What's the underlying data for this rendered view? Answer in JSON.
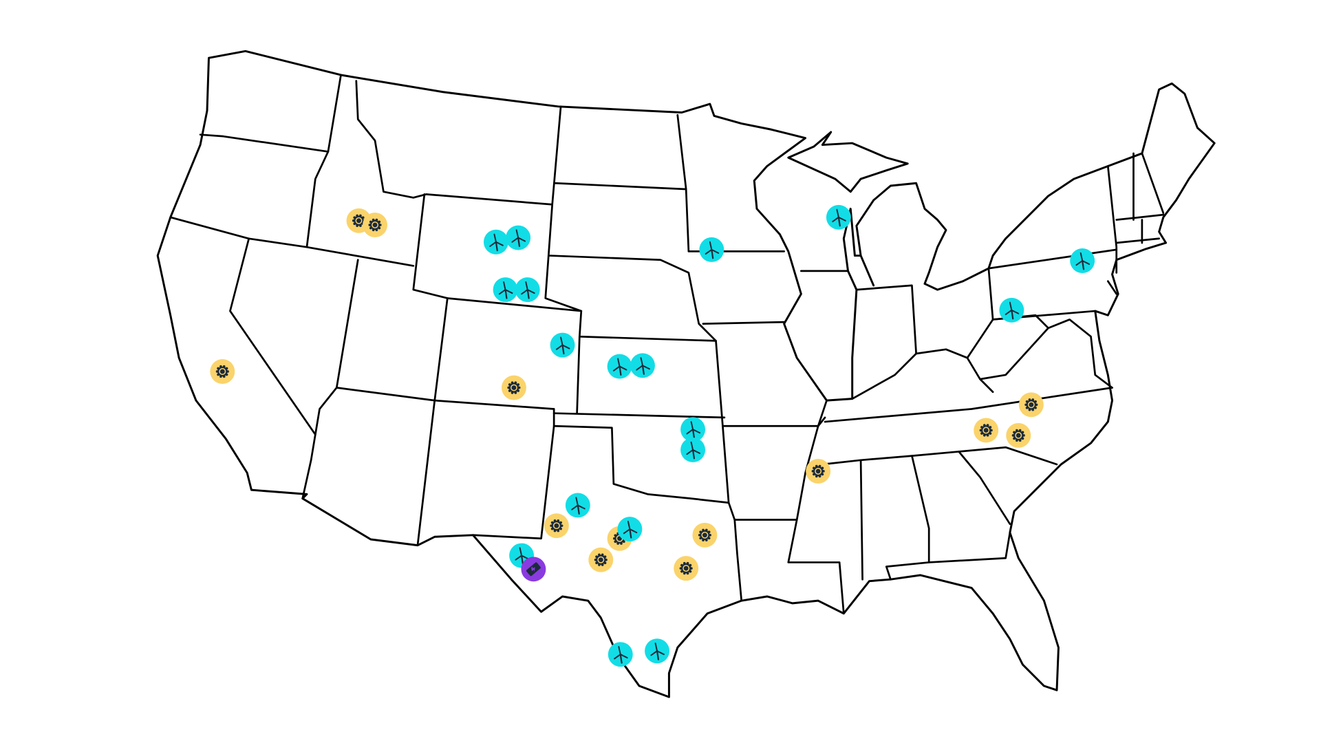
{
  "map": {
    "region": "contiguous-united-states",
    "background": "#ffffff",
    "border_color": "#000000"
  },
  "legend_types": {
    "wind": {
      "color": "#12dde6",
      "icon": "wind-turbine-icon"
    },
    "solar": {
      "color": "#fad36b",
      "icon": "sun-gear-icon"
    },
    "battery": {
      "color": "#8a3be0",
      "icon": "battery-icon"
    }
  },
  "icon_color": "#1c2b3a",
  "marker_counts": {
    "wind": 18,
    "solar": 13,
    "battery": 1
  }
}
